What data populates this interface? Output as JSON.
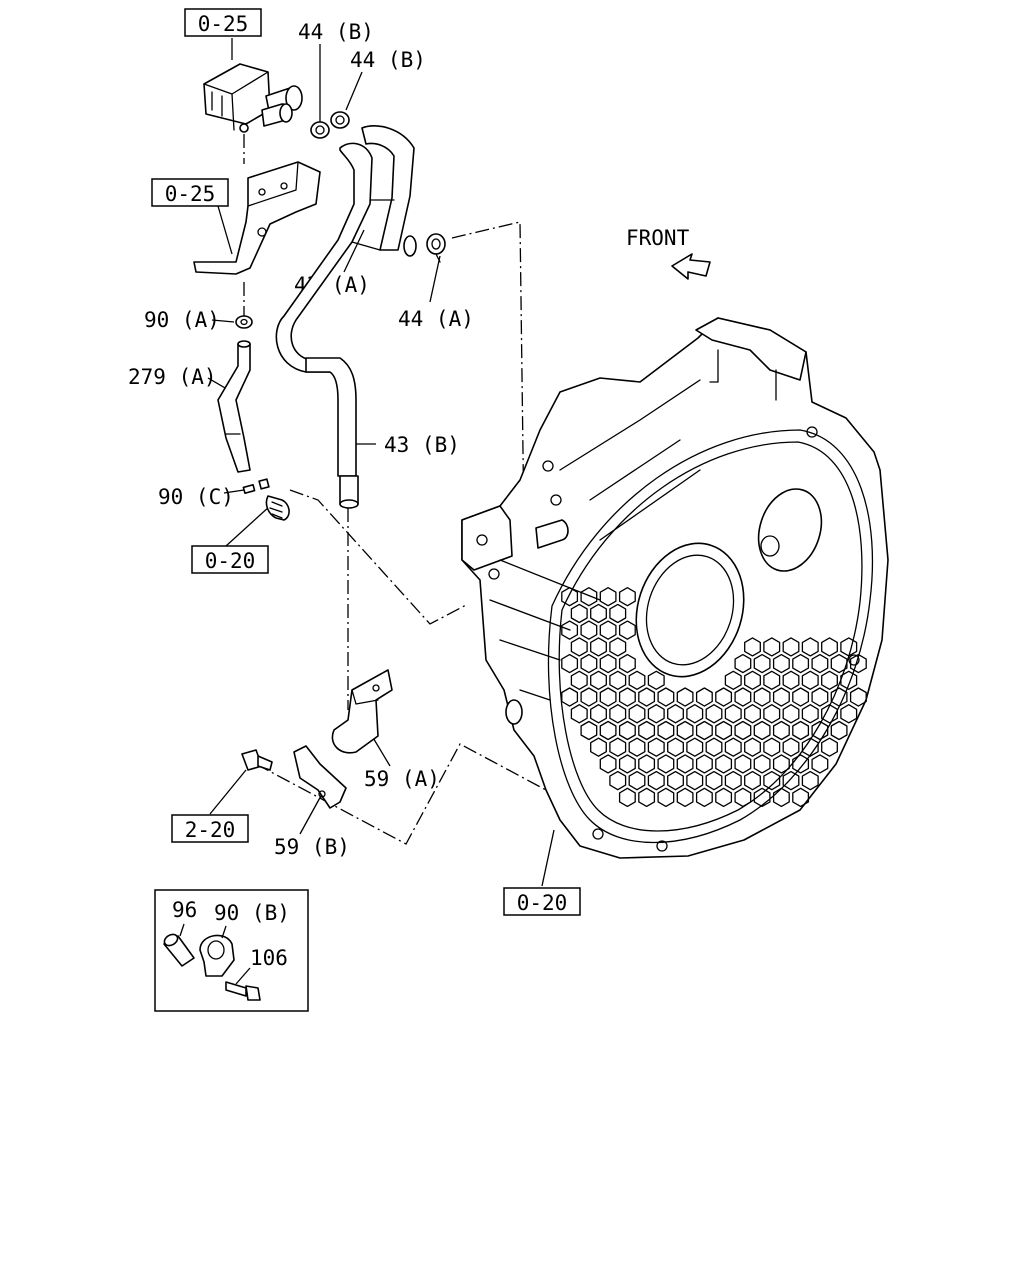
{
  "front_label": "FRONT",
  "refs": {
    "top_actuator": "0-25",
    "bracket": "0-25",
    "union": "0-20",
    "bolt": "2-20",
    "housing": "0-20"
  },
  "callouts": {
    "clip_44b_1": "44 (B)",
    "clip_44b_2": "44 (B)",
    "hose_43a": "43 (A)",
    "clip_44a": "44 (A)",
    "clamp_90a": "90 (A)",
    "pipe_279a": "279 (A)",
    "hose_43b": "43 (B)",
    "clip_90c": "90 (C)",
    "bracket_59a": "59 (A)",
    "bracket_59b": "59 (B)"
  },
  "inset": {
    "collar": "96",
    "clamp_90b": "90 (B)",
    "bolt_106": "106"
  }
}
